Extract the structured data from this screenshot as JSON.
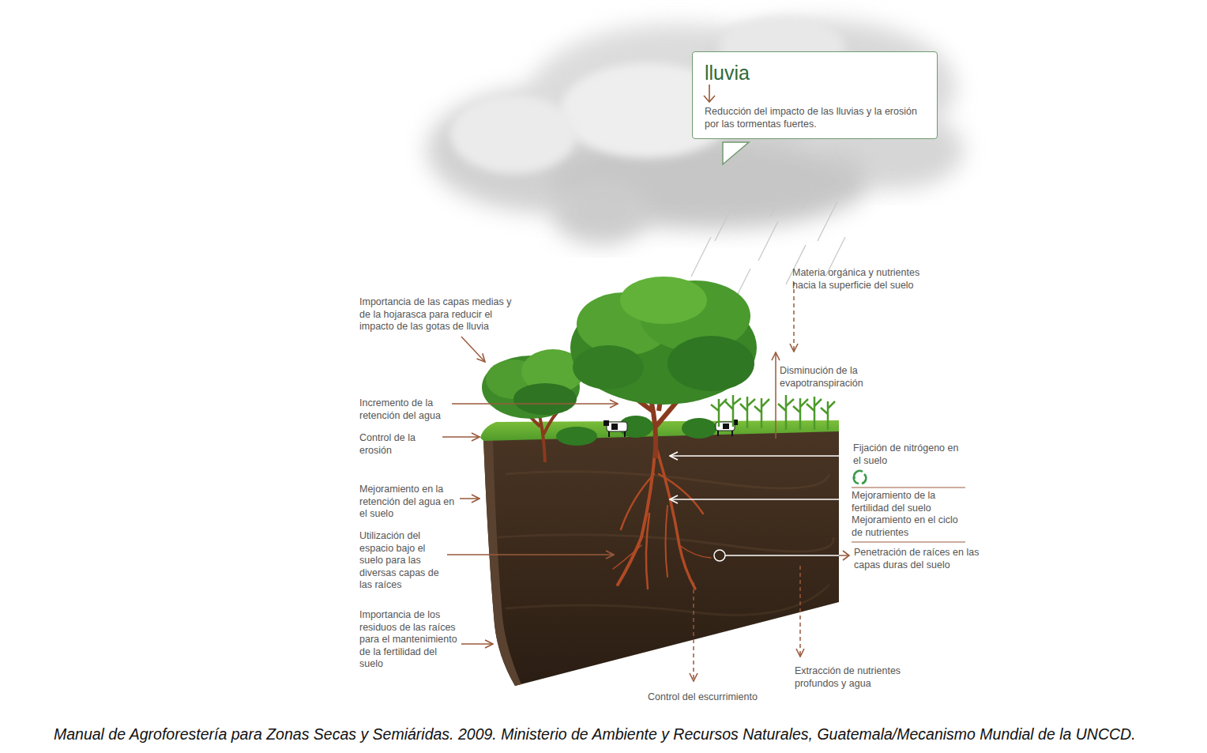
{
  "diagram": {
    "caption": "Manual de Agroforestería para Zonas Secas y Semiáridas. 2009. Ministerio de Ambiente y Recursos Naturales, Guatemala/Mecanismo Mundial de la UNCCD.",
    "nodes": [
      {
        "text": [
          "lluvia",
          "Reducción del impacto de las lluvias y la erosión por las tormentas fuertes."
        ]
      }
    ],
    "labels": [
      "Materia orgánica y nutrientes hacia la superficie del suelo",
      "Importancia de las capas medias y de la hojarasca para reducir el impacto de las gotas de lluvia",
      "Disminución de la evapotranspiración",
      "Incremento de la retención del agua",
      "Control de la erosión",
      "Fijación de nitrógeno en el suelo",
      "Mejoramiento en la retención del agua en el suelo",
      "Mejoramiento de la fertilidad del suelo",
      "Mejoramiento en el ciclo de nutrientes",
      "Utilización del espacio bajo el suelo para las diversas capas de las raíces",
      "Penetración de raíces en las capas duras del suelo",
      "Importancia de los residuos de las raíces para el mantenimiento de la fertilidad del suelo",
      "Extracción de nutrientes profundos y agua",
      "Control del escurrimiento"
    ]
  }
}
